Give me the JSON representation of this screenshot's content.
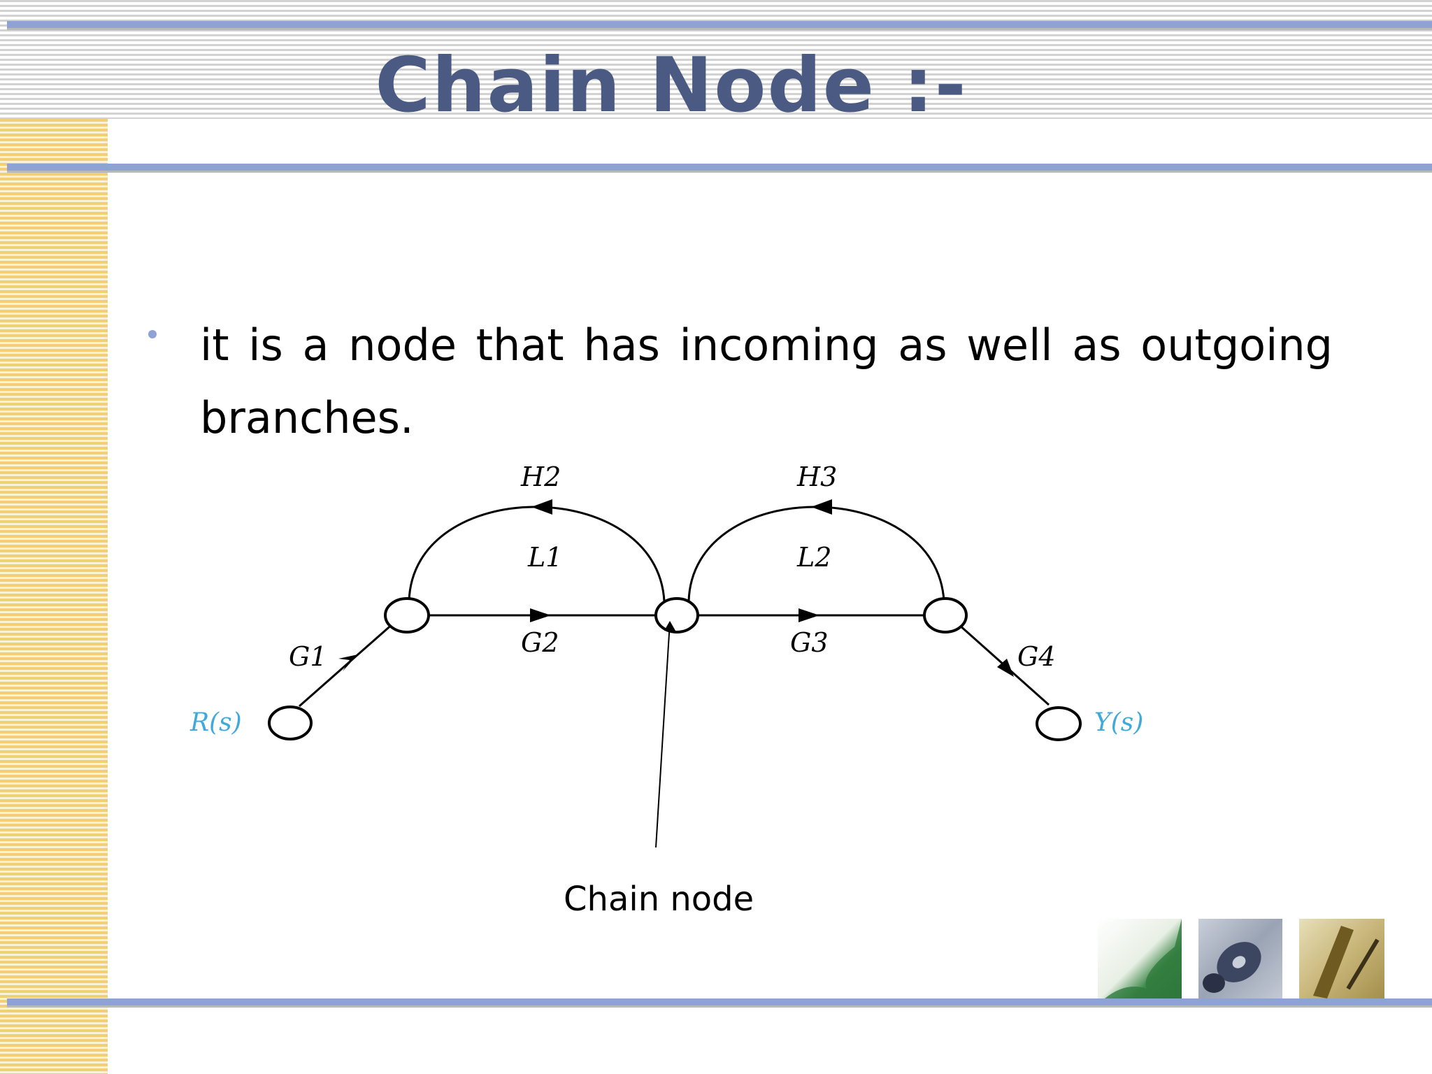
{
  "slide": {
    "title": "Chain Node :-",
    "bullets": [
      "it is a node that has incoming as well as outgoing branches."
    ]
  },
  "diagram": {
    "input_label": "R(s)",
    "output_label": "Y(s)",
    "forward_branches": [
      "G1",
      "G2",
      "G3",
      "G4"
    ],
    "feedback_branches": [
      "H2",
      "H3"
    ],
    "loops": [
      "L1",
      "L2"
    ],
    "callout": "Chain node",
    "colors": {
      "io_labels": "#3fa9dc",
      "lines": "#000000"
    }
  },
  "decorations": {
    "thumbnails": [
      "leaf-image",
      "compact-disc-image",
      "keyboard-pen-image"
    ]
  }
}
